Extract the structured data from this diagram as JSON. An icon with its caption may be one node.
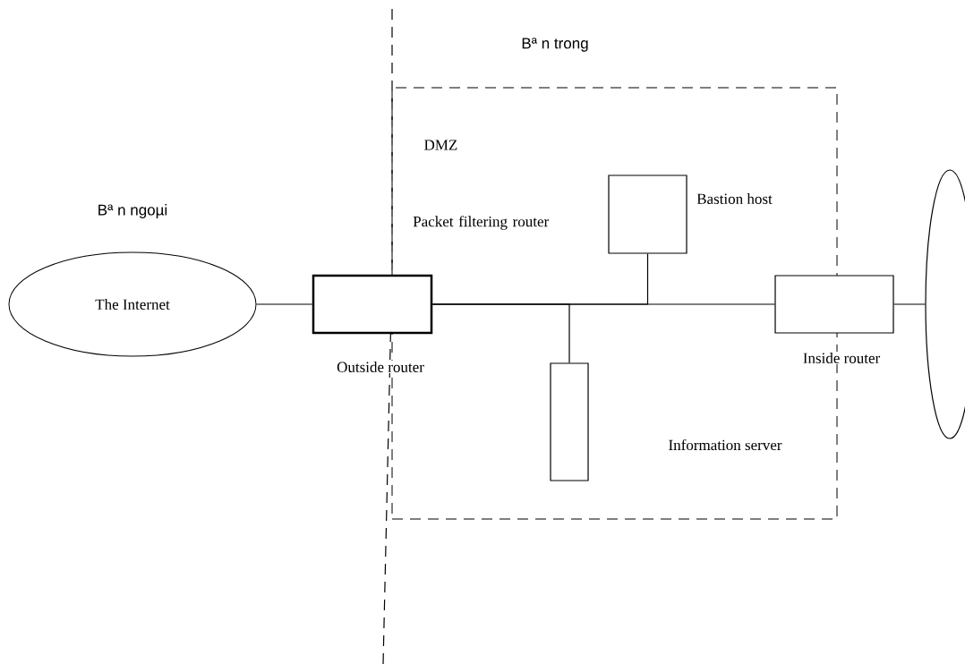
{
  "diagram": {
    "nodes": [
      {
        "text": [
          "DMZ"
        ]
      },
      {
        "text": [
          "The Internet"
        ]
      },
      {
        "text": [],
        "shape": "box",
        "beside": [
          "Packet filtering router",
          "Outside router"
        ]
      },
      {
        "text": [],
        "shape": "box",
        "beside": [
          "Bastion host"
        ],
        "in": 0
      },
      {
        "text": [],
        "shape": "box",
        "in": 0
      },
      {
        "text": [],
        "shape": "box",
        "beside": [
          "Inside router"
        ]
      },
      {
        "text": [],
        "shape": "ellipse"
      }
    ],
    "edges": [
      {
        "from": 1,
        "to": 2,
        "arrow": "none"
      },
      {
        "from": 2,
        "to": 5,
        "arrow": "none"
      },
      {
        "from": 2,
        "to": 3,
        "arrow": "none"
      },
      {
        "from": 2,
        "to": 4,
        "arrow": "none"
      },
      {
        "from": 5,
        "to": 6,
        "arrow": "none"
      }
    ],
    "labels": [
      "Bª n trong",
      "Bª n ngoµi",
      "Information server"
    ]
  }
}
